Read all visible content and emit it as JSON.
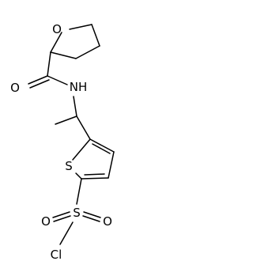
{
  "molecule": {
    "atoms": {
      "ring_oxygen": "O",
      "carbonyl_oxygen": "O",
      "amide_nh": "NH",
      "thiophene_sulfur": "S",
      "sulfonyl_sulfur": "S",
      "sulfonyl_oxygen_left": "O",
      "sulfonyl_oxygen_right": "O",
      "chlorine": "Cl"
    }
  }
}
